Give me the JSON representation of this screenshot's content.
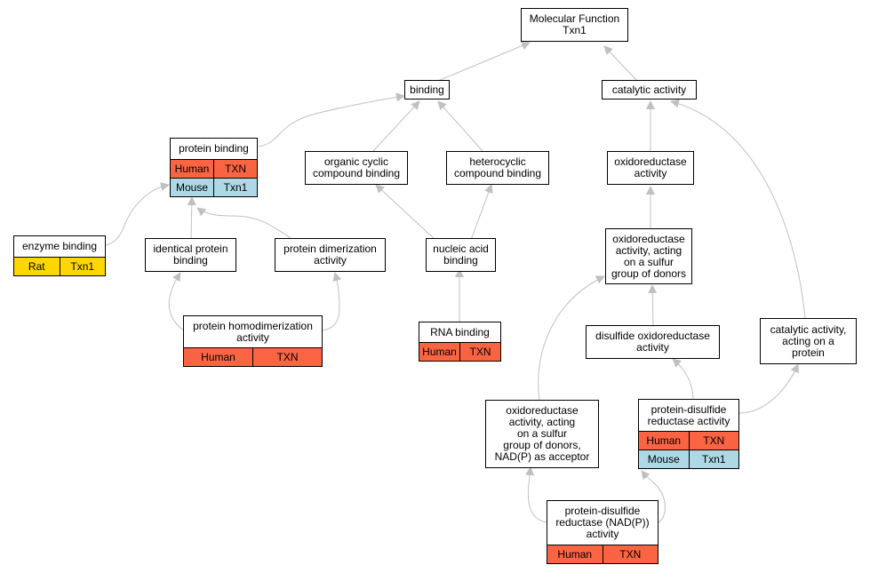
{
  "colors": {
    "human": "#fa6443",
    "mouse": "#add8e6",
    "rat": "#ffd700",
    "edge": "#c0c0c0"
  },
  "nodes": {
    "mf": {
      "label": "Molecular Function\nTxn1"
    },
    "binding": {
      "label": "binding"
    },
    "catalytic": {
      "label": "catalytic activity"
    },
    "prot": {
      "label": "protein binding",
      "rows": [
        {
          "species": "Human",
          "gene": "TXN"
        },
        {
          "species": "Mouse",
          "gene": "Txn1"
        }
      ]
    },
    "occb": {
      "label": "organic cyclic\ncompound binding"
    },
    "hcb": {
      "label": "heterocyclic\ncompound binding"
    },
    "oxred": {
      "label": "oxidoreductase\nactivity"
    },
    "enzb": {
      "label": "enzyme binding",
      "rows": [
        {
          "species": "Rat",
          "gene": "Txn1"
        }
      ]
    },
    "idp": {
      "label": "identical protein\nbinding"
    },
    "pdim": {
      "label": "protein dimerization\nactivity"
    },
    "nab": {
      "label": "nucleic acid\nbinding"
    },
    "oxsulf": {
      "label": "oxidoreductase\nactivity, acting\non a sulfur\ngroup of donors"
    },
    "phd": {
      "label": "protein homodimerization\nactivity",
      "rows": [
        {
          "species": "Human",
          "gene": "TXN"
        }
      ]
    },
    "rnab": {
      "label": "RNA binding",
      "rows": [
        {
          "species": "Human",
          "gene": "TXN"
        }
      ]
    },
    "dsox": {
      "label": "disulfide oxidoreductase\nactivity"
    },
    "cap": {
      "label": "catalytic activity,\nacting on a\nprotein"
    },
    "oxnad": {
      "label": "oxidoreductase\nactivity, acting\non a sulfur\ngroup of donors,\nNAD(P) as acceptor"
    },
    "pdr": {
      "label": "protein-disulfide\nreductase activity",
      "rows": [
        {
          "species": "Human",
          "gene": "TXN"
        },
        {
          "species": "Mouse",
          "gene": "Txn1"
        }
      ]
    },
    "pdrn": {
      "label": "protein-disulfide\nreductase (NAD(P))\nactivity",
      "rows": [
        {
          "species": "Human",
          "gene": "TXN"
        }
      ]
    }
  }
}
